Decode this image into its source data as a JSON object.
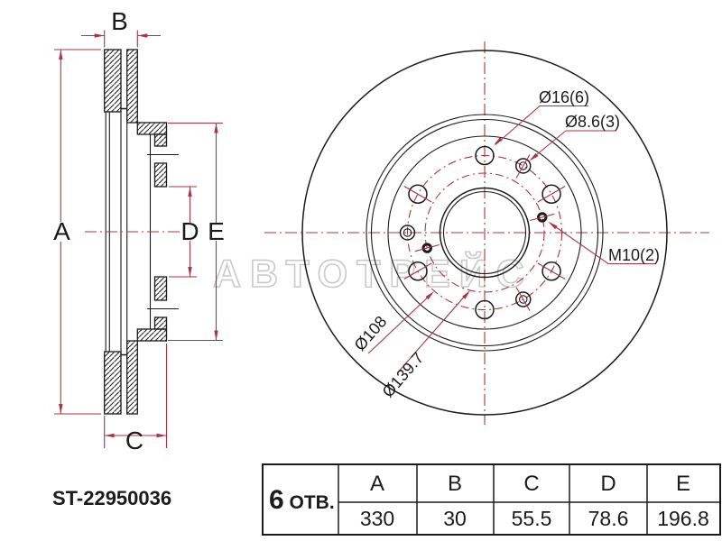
{
  "part_number": "ST-22950036",
  "watermark": "АВТОТРЕЙС",
  "colors": {
    "line": "#1b1b1b",
    "dimension": "#ab3440",
    "watermark": "#c9c9c9",
    "background": "#ffffff"
  },
  "cross_section": {
    "dim_labels": {
      "a": "A",
      "b": "B",
      "c": "C",
      "d": "D",
      "e": "E"
    }
  },
  "front_view": {
    "callouts": {
      "bolt_hole": "Ø16(6)",
      "small_hole": "Ø8.6(3)",
      "thread_hole": "M10(2)",
      "bcd_inner": "Ø108",
      "bcd_outer": "Ø139.7"
    }
  },
  "spec_table": {
    "holes_count": "6",
    "holes_label": " ОТВ.",
    "columns": [
      "A",
      "B",
      "C",
      "D",
      "E"
    ],
    "values": [
      "330",
      "30",
      "55.5",
      "78.6",
      "196.8"
    ]
  }
}
